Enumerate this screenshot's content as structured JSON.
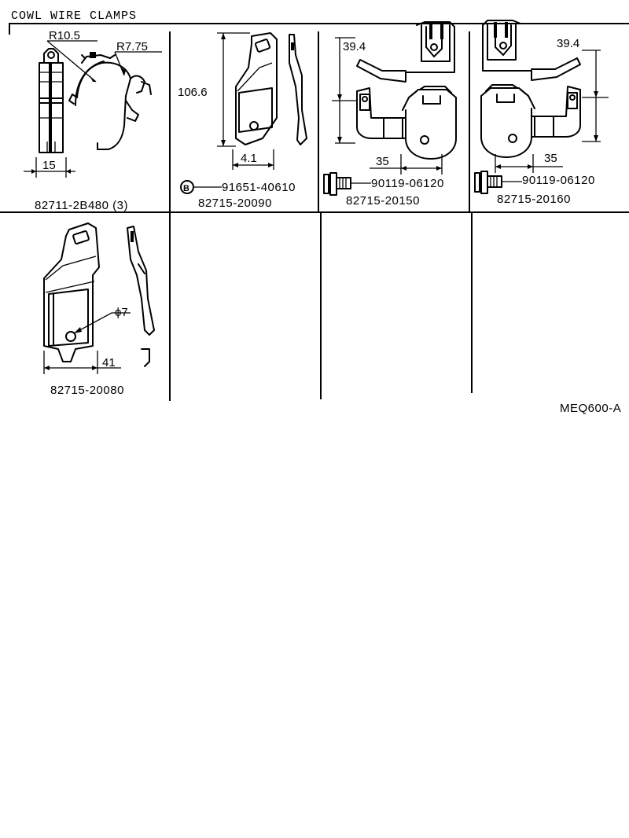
{
  "title": "COWL WIRE CLAMPS",
  "drawing_code": "MEQ600-A",
  "panels": [
    {
      "part_number": "82711-2B480 (3)",
      "dims": [
        "R10.5",
        "R7.75",
        "15"
      ]
    },
    {
      "part_number": "82715-20090",
      "dims": [
        "106.6",
        "4.1"
      ],
      "fastener_symbol": "B",
      "fastener_part": "91651-40610"
    },
    {
      "part_number": "82715-20150",
      "dims": [
        "39.4",
        "35"
      ],
      "fastener_part": "90119-06120"
    },
    {
      "part_number": "82715-20160",
      "dims": [
        "39.4",
        "35"
      ],
      "fastener_part": "90119-06120"
    },
    {
      "part_number": "82715-20080",
      "dims": [
        "ϕ7",
        "41"
      ]
    }
  ]
}
